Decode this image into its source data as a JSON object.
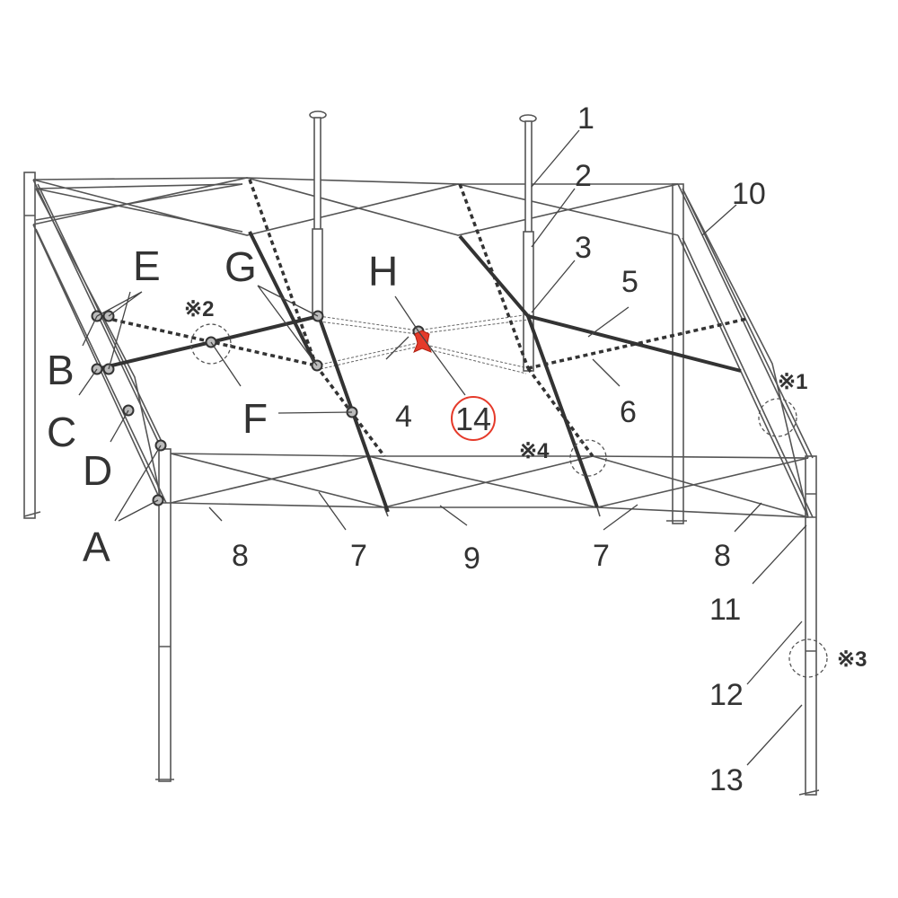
{
  "letters": {
    "a": "A",
    "b": "B",
    "c": "C",
    "d": "D",
    "e": "E",
    "f": "F",
    "g": "G",
    "h": "H"
  },
  "numbers": {
    "n1": "1",
    "n2": "2",
    "n3": "3",
    "n4": "4",
    "n5": "5",
    "n6": "6",
    "n7a": "7",
    "n7b": "7",
    "n8a": "8",
    "n8b": "8",
    "n9": "9",
    "n10": "10",
    "n11": "11",
    "n12": "12",
    "n13": "13",
    "n14": "14"
  },
  "notes": {
    "note1": "※1",
    "note2": "※2",
    "note3": "※3",
    "note4": "※4"
  },
  "colors": {
    "highlight": "#e53a2a"
  }
}
